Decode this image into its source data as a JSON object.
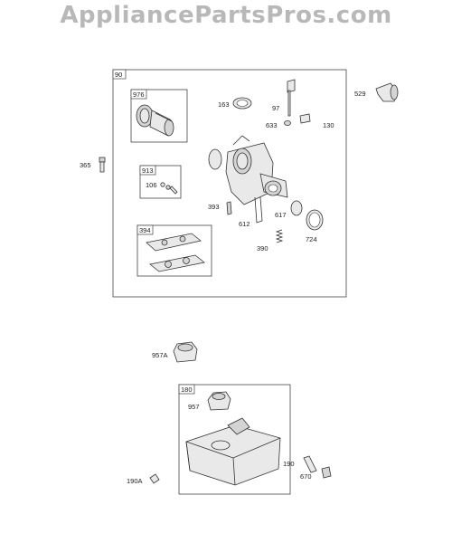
{
  "watermark": "AppliancePartsPros.com",
  "groups": {
    "carb_box": "90",
    "boot_box": "976",
    "needle_box": "913",
    "gasket_box": "394",
    "tank_box": "180"
  },
  "labels": {
    "l529": "529",
    "l365": "365",
    "l163": "163",
    "l97": "97",
    "l633": "633",
    "l130": "130",
    "l106": "106",
    "l393": "393",
    "l612": "612",
    "l617": "617",
    "l724": "724",
    "l390": "390",
    "l957a": "957A",
    "l957": "957",
    "l190": "190",
    "l670": "670",
    "l190a": "190A"
  }
}
